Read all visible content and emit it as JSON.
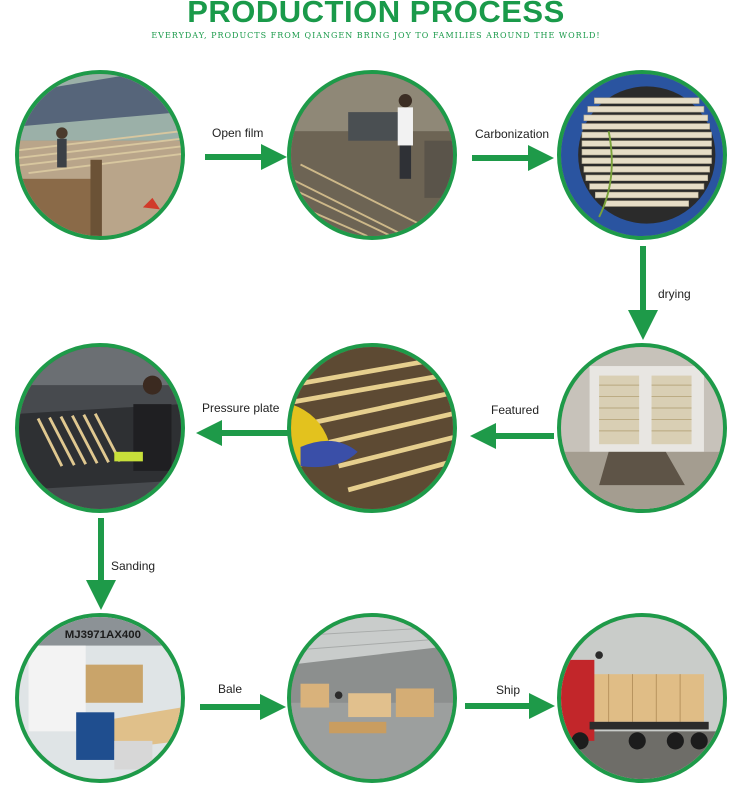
{
  "header": {
    "title": "PRODUCTION PROCESS",
    "subtitle": "everyday, products from qiangen bring joy to families around the world!"
  },
  "steps": [
    {
      "label": "Open film"
    },
    {
      "label": "Carbonization"
    },
    {
      "label": "drying"
    },
    {
      "label": "Featured"
    },
    {
      "label": "Pressure plate"
    },
    {
      "label": "Sanding"
    },
    {
      "label": "Bale"
    },
    {
      "label": "Ship"
    }
  ],
  "photos": {
    "sanding_machine_text": "MJ3971AX400"
  },
  "colors": {
    "accent_green": "#1e9a49",
    "title_green": "#1a9a4a"
  }
}
